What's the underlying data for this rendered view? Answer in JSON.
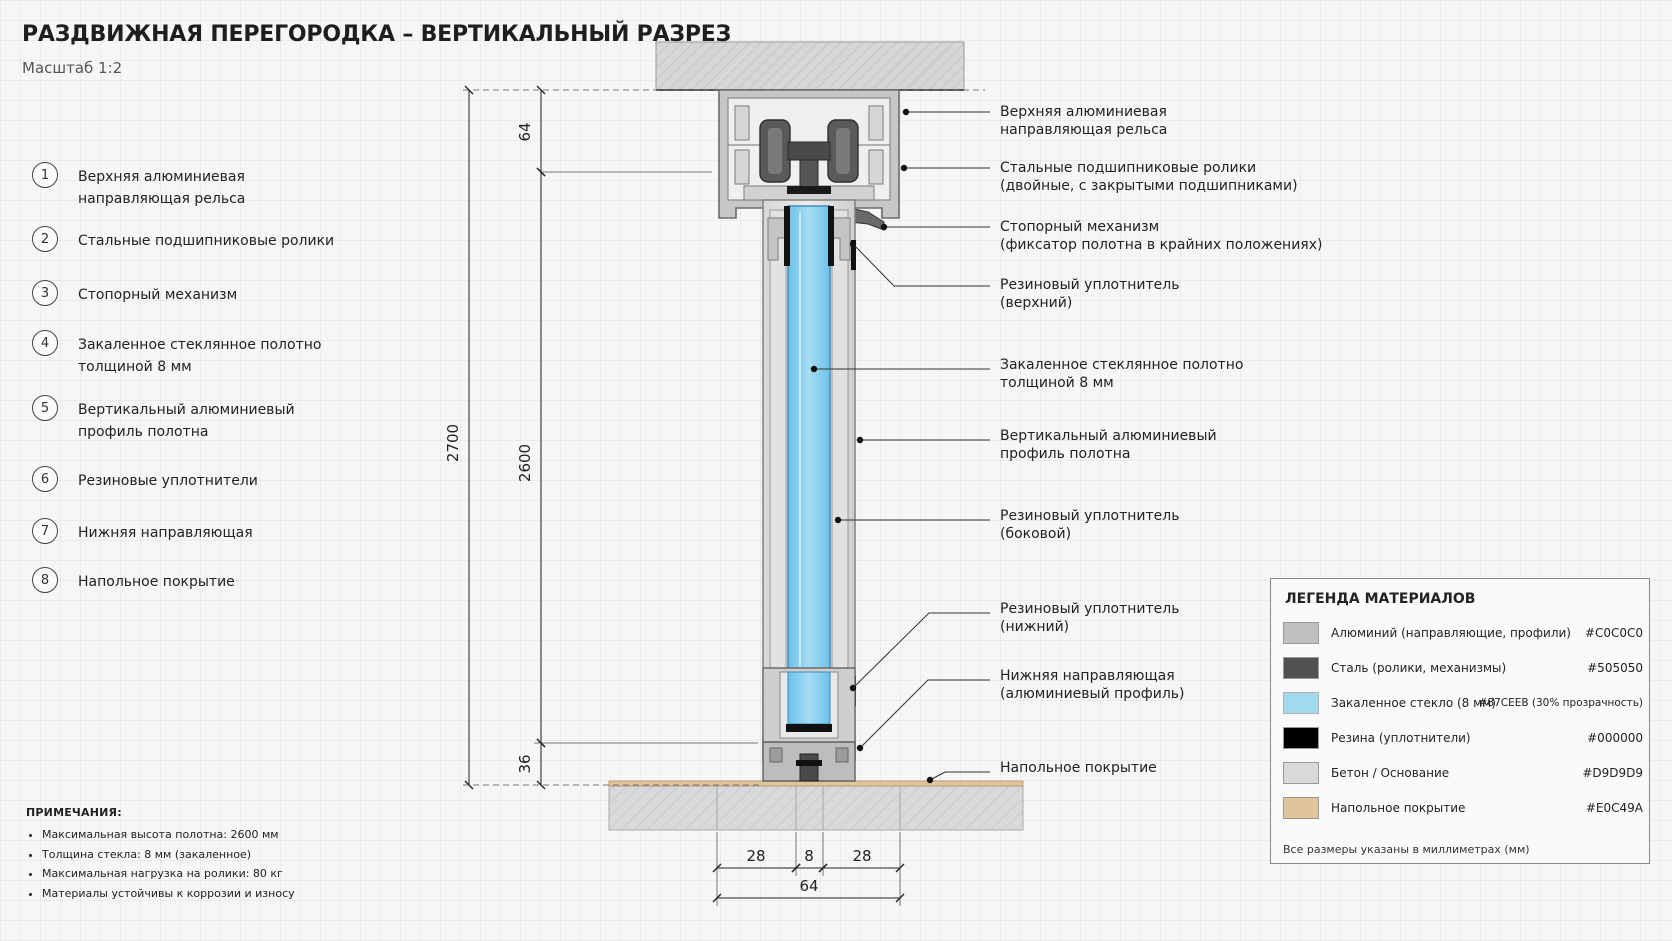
{
  "header": {
    "title": "РАЗДВИЖНАЯ ПЕРЕГОРОДКА – ВЕРТИКАЛЬНЫЙ РАЗРЕЗ",
    "scale": "Масштаб 1:2"
  },
  "parts": [
    {
      "num": "1",
      "label": "Верхняя алюминиевая\nнаправляющая рельса"
    },
    {
      "num": "2",
      "label": "Стальные подшипниковые ролики"
    },
    {
      "num": "3",
      "label": "Стопорный механизм"
    },
    {
      "num": "4",
      "label": "Закаленное стеклянное полотно\nтолщиной 8 мм"
    },
    {
      "num": "5",
      "label": "Вертикальный алюминиевый\nпрофиль полотна"
    },
    {
      "num": "6",
      "label": "Резиновые уплотнители"
    },
    {
      "num": "7",
      "label": "Нижняя направляющая"
    },
    {
      "num": "8",
      "label": "Напольное покрытие"
    }
  ],
  "callouts": [
    {
      "line1": "Верхняя алюминиевая",
      "line2": "направляющая рельса"
    },
    {
      "line1": "Стальные подшипниковые ролики",
      "line2": "(двойные, с закрытыми подшипниками)"
    },
    {
      "line1": "Стопорный механизм",
      "line2": "(фиксатор полотна в крайних положениях)"
    },
    {
      "line1": "Резиновый уплотнитель",
      "line2": "(верхний)"
    },
    {
      "line1": "Закаленное стеклянное полотно",
      "line2": "толщиной 8 мм"
    },
    {
      "line1": "Вертикальный алюминиевый",
      "line2": "профиль полотна"
    },
    {
      "line1": "Резиновый уплотнитель",
      "line2": "(боковой)"
    },
    {
      "line1": "Резиновый уплотнитель",
      "line2": "(нижний)"
    },
    {
      "line1": "Нижняя направляющая",
      "line2": "(алюминиевый профиль)"
    },
    {
      "line1": "Напольное покрытие",
      "line2": ""
    }
  ],
  "dimensions": {
    "total_height": "2700",
    "top_rail": "64",
    "panel": "2600",
    "bottom_rail": "36",
    "left_profile": "28",
    "glass": "8",
    "right_profile": "28",
    "total_width": "64"
  },
  "notes": {
    "heading": "ПРИМЕЧАНИЯ:",
    "items": [
      "Максимальная высота полотна: 2600 мм",
      "Толщина стекла: 8 мм (закаленное)",
      "Максимальная нагрузка на ролики: 80 кг",
      "Материалы устойчивы к коррозии и износу"
    ]
  },
  "legend": {
    "title": "ЛЕГЕНДА МАТЕРИАЛОВ",
    "items": [
      {
        "name": "Алюминий (направляющие, профили)",
        "code": "#C0C0C0",
        "color": "#C0C0C0"
      },
      {
        "name": "Сталь (ролики, механизмы)",
        "code": "#505050",
        "color": "#505050"
      },
      {
        "name": "Закаленное стекло (8 мм)",
        "code": "#87CEEB (30% прозрачность)",
        "color": "#87CEEB"
      },
      {
        "name": "Резина (уплотнители)",
        "code": "#000000",
        "color": "#000000"
      },
      {
        "name": "Бетон / Основание",
        "code": "#D9D9D9",
        "color": "#D9D9D9"
      },
      {
        "name": "Напольное покрытие",
        "code": "#E0C49A",
        "color": "#E0C49A"
      }
    ],
    "footnote": "Все размеры указаны в миллиметрах (мм)"
  }
}
